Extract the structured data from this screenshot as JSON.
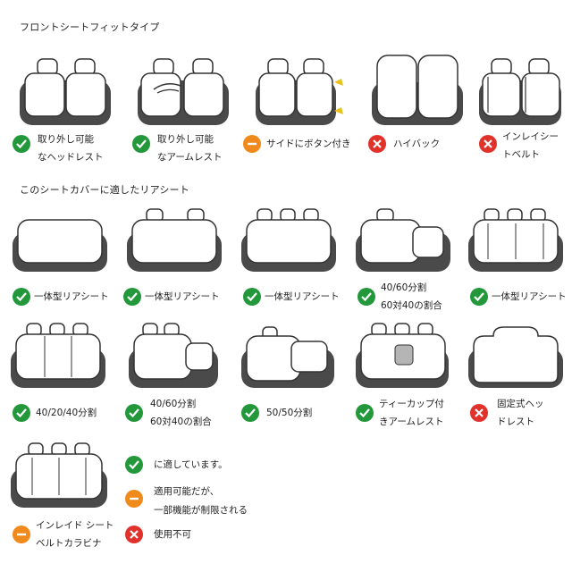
{
  "front_section": {
    "title": "フロントシートフィットタイプ",
    "items": [
      {
        "lines": [
          "取り外し可能",
          "なヘッドレスト"
        ],
        "status": "ok"
      },
      {
        "lines": [
          "取り外し可能",
          "なアームレスト"
        ],
        "status": "ok"
      },
      {
        "lines": [
          "サイドにボタン付き"
        ],
        "status": "warn"
      },
      {
        "lines": [
          "ハイバック"
        ],
        "status": "no"
      },
      {
        "lines": [
          "インレイシー",
          "トベルト"
        ],
        "status": "no"
      }
    ]
  },
  "rear_section": {
    "title": "このシートカバーに適したリアシート",
    "row1": [
      {
        "lines": [
          "一体型リアシート"
        ],
        "status": "ok"
      },
      {
        "lines": [
          "一体型リアシート"
        ],
        "status": "ok"
      },
      {
        "lines": [
          "一体型リアシート"
        ],
        "status": "ok"
      },
      {
        "lines": [
          "40/60分割",
          "60対40の割合"
        ],
        "status": "ok"
      },
      {
        "lines": [
          "一体型リアシート"
        ],
        "status": "ok"
      }
    ],
    "row2": [
      {
        "lines": [
          "40/20/40分割"
        ],
        "status": "ok"
      },
      {
        "lines": [
          "40/60分割",
          "60対40の割合"
        ],
        "status": "ok"
      },
      {
        "lines": [
          "50/50分割"
        ],
        "status": "ok"
      },
      {
        "lines": [
          "ティーカップ付",
          "きアームレスト"
        ],
        "status": "ok"
      },
      {
        "lines": [
          "固定式ヘッ",
          "ドレスト"
        ],
        "status": "no"
      }
    ],
    "row3": [
      {
        "lines": [
          "インレイド シート",
          "ベルトカラビナ"
        ],
        "status": "warn"
      }
    ]
  },
  "legend": [
    {
      "status": "ok",
      "lines": [
        "に適しています。"
      ]
    },
    {
      "status": "warn",
      "lines": [
        "適用可能だが、",
        "一部機能が制限される"
      ]
    },
    {
      "status": "no",
      "lines": [
        "使用不可"
      ]
    }
  ],
  "colors": {
    "ok": "#22983a",
    "warn": "#f08a1c",
    "no": "#e0322a",
    "seat_outline": "#333333",
    "seat_shadow": "#4a4a4a"
  },
  "icons": {
    "ok": "check-icon",
    "warn": "dash-icon",
    "no": "cross-icon"
  }
}
